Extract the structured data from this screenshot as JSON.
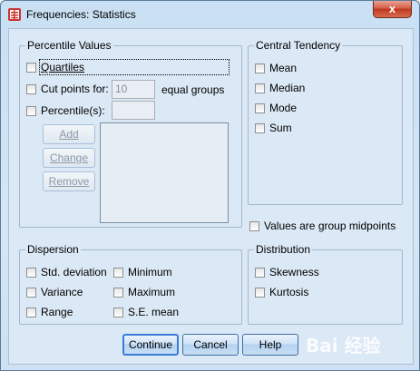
{
  "window": {
    "title": "Frequencies: Statistics",
    "close_glyph": "x"
  },
  "percentile_values": {
    "legend": "Percentile Values",
    "quartiles_label": "Quartiles",
    "cut_points_label": "Cut points for:",
    "cut_points_value": "10",
    "equal_groups_label": "equal groups",
    "percentiles_label": "Percentile(s):",
    "percentiles_value": "",
    "add_label": "Add",
    "change_label": "Change",
    "remove_label": "Remove"
  },
  "central_tendency": {
    "legend": "Central Tendency",
    "items": [
      "Mean",
      "Median",
      "Mode",
      "Sum"
    ]
  },
  "group_midpoints_label": "Values are group midpoints",
  "dispersion": {
    "legend": "Dispersion",
    "std_deviation": "Std. deviation",
    "minimum": "Minimum",
    "variance": "Variance",
    "maximum": "Maximum",
    "range": "Range",
    "se_mean": "S.E. mean"
  },
  "distribution": {
    "legend": "Distribution",
    "items": [
      "Skewness",
      "Kurtosis"
    ]
  },
  "buttons": {
    "continue": "Continue",
    "cancel": "Cancel",
    "help": "Help"
  },
  "watermark": "Bai 经验"
}
